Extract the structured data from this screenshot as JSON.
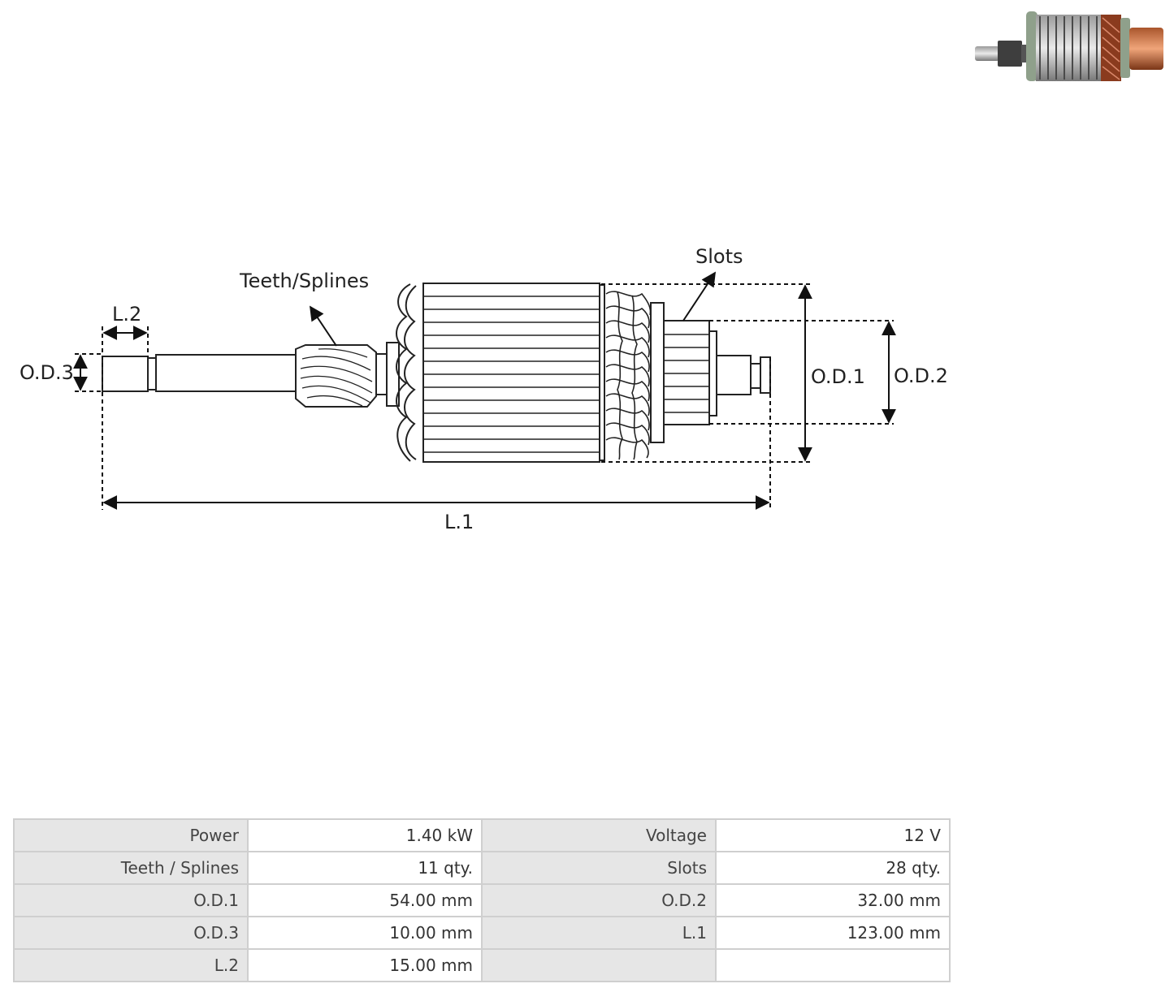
{
  "diagram": {
    "labels": {
      "teeth": "Teeth/Splines",
      "slots": "Slots",
      "l2": "L.2",
      "od3": "O.D.3",
      "od1": "O.D.1",
      "od2": "O.D.2",
      "l1": "L.1"
    }
  },
  "specs": {
    "rows": [
      [
        {
          "label": "Power",
          "value": "1.40 kW"
        },
        {
          "label": "Voltage",
          "value": "12 V"
        }
      ],
      [
        {
          "label": "Teeth / Splines",
          "value": "11 qty."
        },
        {
          "label": "Slots",
          "value": "28  qty."
        }
      ],
      [
        {
          "label": "O.D.1",
          "value": "54.00  mm"
        },
        {
          "label": "O.D.2",
          "value": "32.00 mm"
        }
      ],
      [
        {
          "label": "O.D.3",
          "value": "10.00 mm"
        },
        {
          "label": "L.1",
          "value": "123.00  mm"
        }
      ],
      [
        {
          "label": "L.2",
          "value": "15.00 mm"
        },
        {
          "label": "",
          "value": ""
        }
      ]
    ]
  }
}
